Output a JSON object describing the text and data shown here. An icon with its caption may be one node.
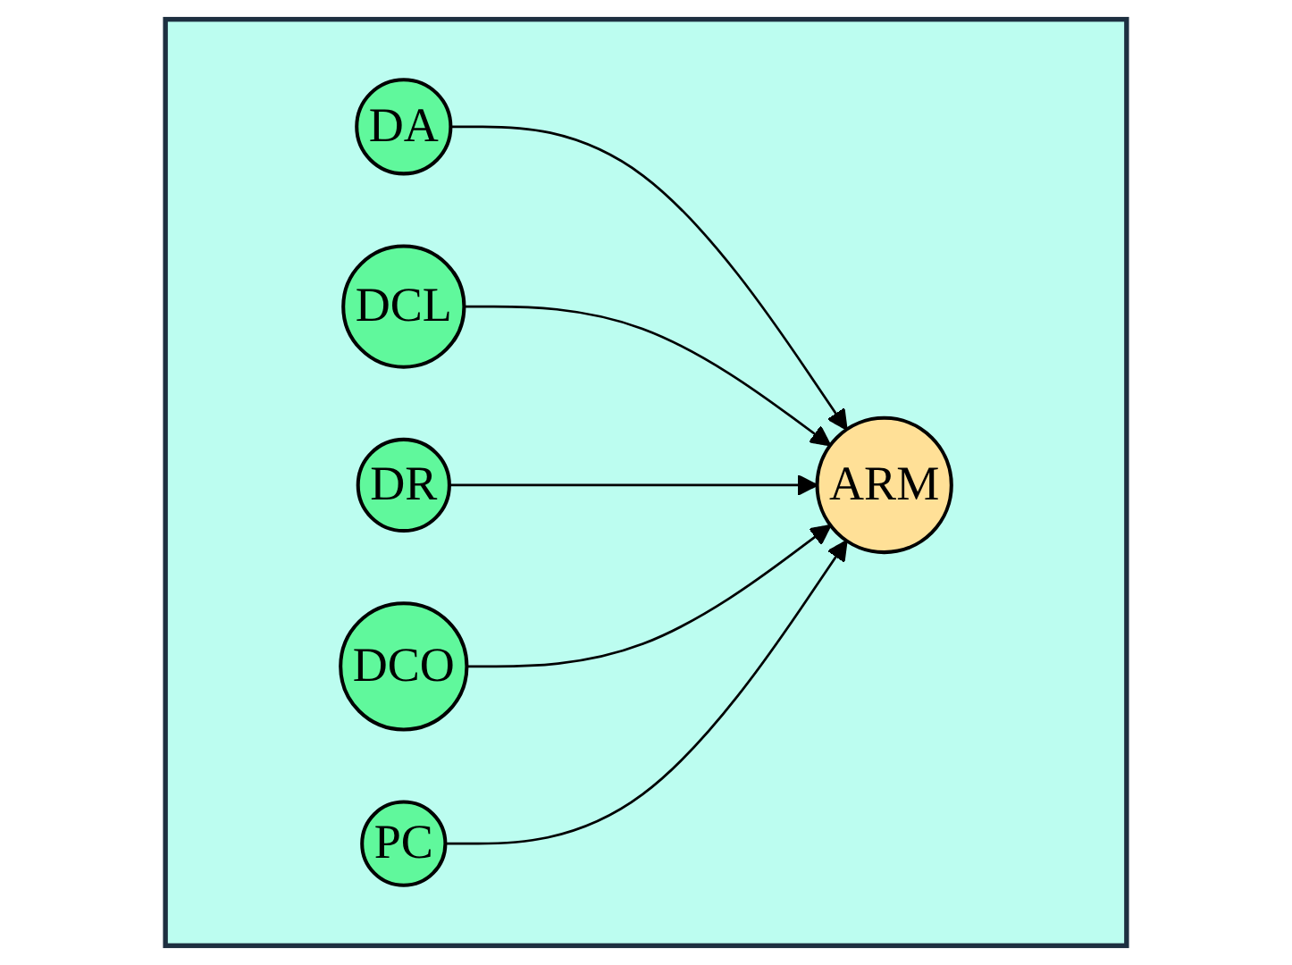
{
  "diagram": {
    "nodes": [
      {
        "text": [],
        "shape": "box"
      },
      {
        "text": [
          "DA"
        ],
        "in": 0
      },
      {
        "text": [
          "DCL"
        ],
        "in": 0
      },
      {
        "text": [
          "DR"
        ],
        "in": 0
      },
      {
        "text": [
          "DCO"
        ],
        "in": 0
      },
      {
        "text": [
          "PC"
        ],
        "in": 0
      },
      {
        "text": [
          "ARM"
        ],
        "in": 0
      }
    ],
    "edges": [
      {
        "from": 1,
        "to": 6,
        "arrow": "to"
      },
      {
        "from": 2,
        "to": 6,
        "arrow": "to"
      },
      {
        "from": 3,
        "to": 6,
        "arrow": "to"
      },
      {
        "from": 4,
        "to": 6,
        "arrow": "to"
      },
      {
        "from": 5,
        "to": 6,
        "arrow": "to"
      }
    ]
  }
}
